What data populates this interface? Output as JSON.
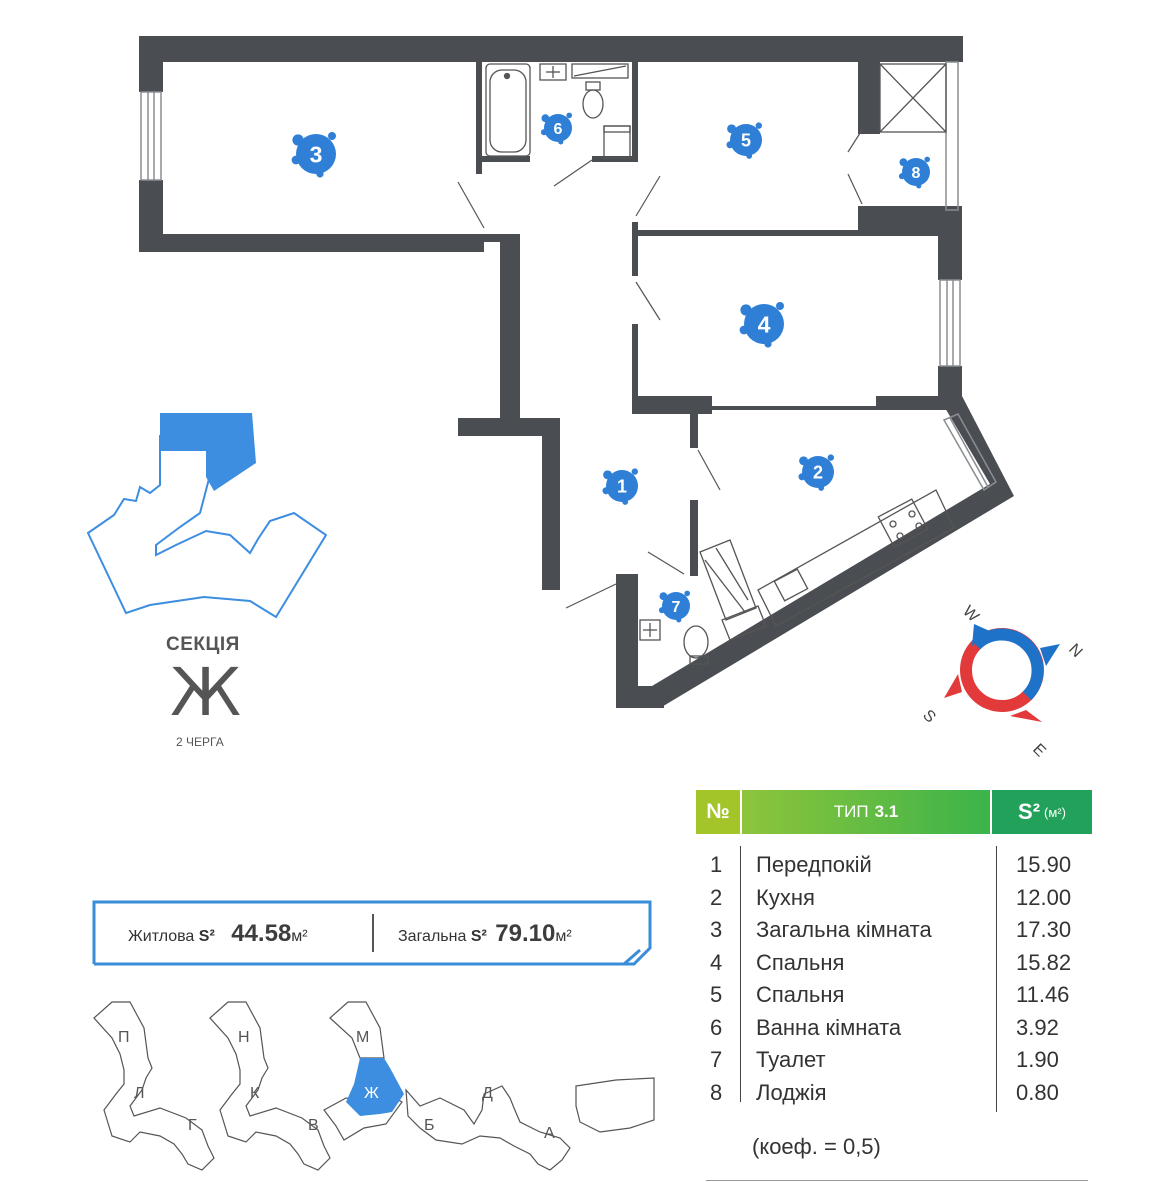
{
  "floorplan": {
    "room_markers": [
      {
        "id": "1"
      },
      {
        "id": "2"
      },
      {
        "id": "3"
      },
      {
        "id": "4"
      },
      {
        "id": "5"
      },
      {
        "id": "6"
      },
      {
        "id": "7"
      },
      {
        "id": "8"
      }
    ],
    "marker_color": "#2f7fd6",
    "wall_color": "#4a4d52"
  },
  "compass": {
    "labels": {
      "w": "W",
      "n": "N",
      "s": "S",
      "e": "E"
    },
    "colors": {
      "north": "#1e73c8",
      "south": "#e53a3a"
    }
  },
  "section": {
    "title": "СЕКЦІЯ",
    "letter": "Ж",
    "queue": "2 ЧЕРГА",
    "highlight_color": "#3d8ee0"
  },
  "area_summary": {
    "living_label": "Житлова",
    "living_s": "S²",
    "living_value": "44.58",
    "living_unit": "м²",
    "total_label": "Загальна",
    "total_s": "S²",
    "total_value": "79.10",
    "total_unit": "м²",
    "frame_color": "#3a8dd8"
  },
  "room_table": {
    "header_no": "№",
    "header_type": "ТИП",
    "header_type_num": "3.1",
    "header_area": "S²",
    "header_area_unit": "(м²)",
    "rows": [
      {
        "n": "1",
        "name": "Передпокій",
        "area": "15.90"
      },
      {
        "n": "2",
        "name": "Кухня",
        "area": "12.00"
      },
      {
        "n": "3",
        "name": "Загальна кімната",
        "area": "17.30"
      },
      {
        "n": "4",
        "name": "Спальня",
        "area": "15.82"
      },
      {
        "n": "5",
        "name": "Спальня",
        "area": "11.46"
      },
      {
        "n": "6",
        "name": "Ванна кімната",
        "area": "3.92"
      },
      {
        "n": "7",
        "name": "Туалет",
        "area": "1.90"
      },
      {
        "n": "8",
        "name": "Лоджія",
        "area": "0.80"
      }
    ],
    "note": "(коеф. = 0,5)"
  },
  "site_plan": {
    "sections": [
      "П",
      "Н",
      "М",
      "Л",
      "К",
      "Ж",
      "Д",
      "Г",
      "В",
      "Б",
      "А"
    ],
    "active": "Ж"
  }
}
